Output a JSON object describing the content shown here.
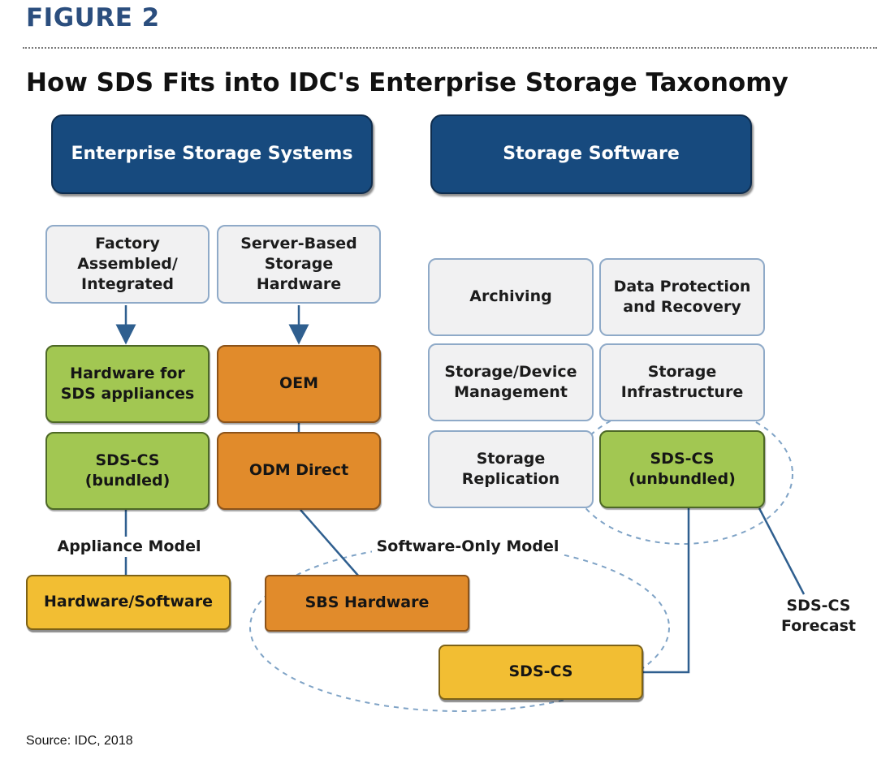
{
  "figure_label": "FIGURE 2",
  "title": "How SDS Fits into IDC's Enterprise Storage Taxonomy",
  "source": "Source: IDC, 2018",
  "headers": {
    "enterprise_storage_systems": "Enterprise Storage Systems",
    "storage_software": "Storage Software"
  },
  "left": {
    "factory": "Factory\nAssembled/\nIntegrated",
    "server_based": "Server-Based\nStorage\nHardware",
    "hardware_sds": "Hardware for\nSDS appliances",
    "oem": "OEM",
    "sds_cs_bundled": "SDS-CS\n(bundled)",
    "odm_direct": "ODM Direct",
    "appliance_model": "Appliance Model",
    "hardware_software": "Hardware/Software",
    "software_only_model": "Software-Only Model",
    "sbs_hardware": "SBS Hardware",
    "sds_cs": "SDS-CS"
  },
  "right": {
    "archiving": "Archiving",
    "data_protection": "Data Protection\nand Recovery",
    "device_management": "Storage/Device\nManagement",
    "storage_infrastructure": "Storage\nInfrastructure",
    "storage_replication": "Storage\nReplication",
    "sds_cs_unbundled": "SDS-CS\n(unbundled)",
    "forecast": "SDS-CS\nForecast"
  },
  "colors": {
    "header_blue": "#174a7e",
    "green": "#a2c752",
    "orange": "#e18b2b",
    "yellow": "#f2be33",
    "light_gray": "#f1f1f2",
    "connector": "#2f5f8f"
  }
}
